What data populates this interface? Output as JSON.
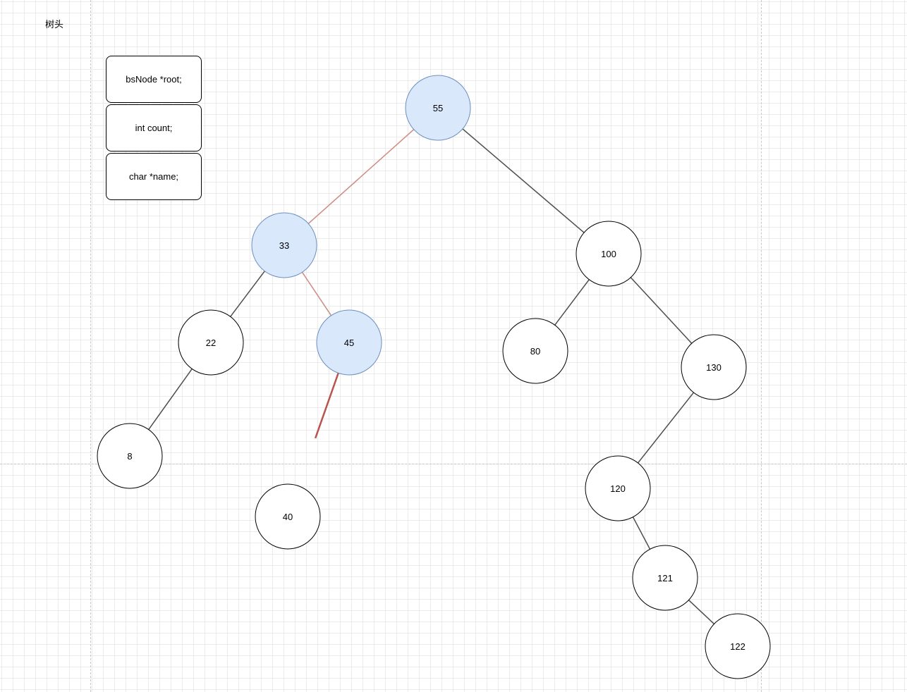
{
  "title": "树头",
  "struct_fields": [
    "bsNode *root;",
    "int count;",
    "char *name;"
  ],
  "colors": {
    "node_fill": "#ffffff",
    "node_stroke": "#000000",
    "highlight_fill": "#dae8fc",
    "highlight_stroke": "#6c8ebf",
    "edge": "#4d4d4d",
    "highlight_edge": "#cf8b82",
    "cut_edge": "#b85450"
  },
  "nodes": [
    {
      "id": "n55",
      "label": "55",
      "highlight": true
    },
    {
      "id": "n33",
      "label": "33",
      "highlight": true
    },
    {
      "id": "n100",
      "label": "100",
      "highlight": false
    },
    {
      "id": "n22",
      "label": "22",
      "highlight": false
    },
    {
      "id": "n45",
      "label": "45",
      "highlight": true
    },
    {
      "id": "n80",
      "label": "80",
      "highlight": false
    },
    {
      "id": "n130",
      "label": "130",
      "highlight": false
    },
    {
      "id": "n8",
      "label": "8",
      "highlight": false
    },
    {
      "id": "n40",
      "label": "40",
      "highlight": false
    },
    {
      "id": "n120",
      "label": "120",
      "highlight": false
    },
    {
      "id": "n121",
      "label": "121",
      "highlight": false
    },
    {
      "id": "n122",
      "label": "122",
      "highlight": false
    }
  ],
  "edges": [
    {
      "from": "n55",
      "to": "n33",
      "style": "highlight"
    },
    {
      "from": "n55",
      "to": "n100",
      "style": "normal"
    },
    {
      "from": "n33",
      "to": "n22",
      "style": "normal"
    },
    {
      "from": "n33",
      "to": "n45",
      "style": "highlight"
    },
    {
      "from": "n22",
      "to": "n8",
      "style": "normal"
    },
    {
      "from": "n45",
      "to": "n40",
      "style": "cut"
    },
    {
      "from": "n100",
      "to": "n80",
      "style": "normal"
    },
    {
      "from": "n100",
      "to": "n130",
      "style": "normal"
    },
    {
      "from": "n130",
      "to": "n120",
      "style": "normal"
    },
    {
      "from": "n120",
      "to": "n121",
      "style": "normal"
    },
    {
      "from": "n121",
      "to": "n122",
      "style": "normal"
    }
  ]
}
